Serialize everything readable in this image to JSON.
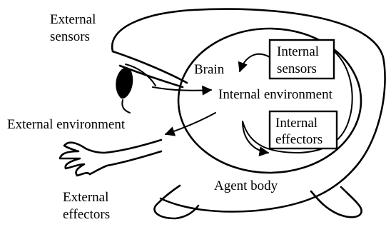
{
  "labels": {
    "external_sensors": [
      "External",
      "sensors"
    ],
    "brain": "Brain",
    "internal_sensors": [
      "Internal",
      "sensors"
    ],
    "internal_environment": "Internal environment",
    "external_environment": "External environment",
    "internal_effectors": [
      "Internal",
      "effectors"
    ],
    "agent_body": "Agent body",
    "external_effectors": [
      "External",
      "effectors"
    ]
  },
  "colors": {
    "ink": "#000000",
    "background": "#ffffff"
  }
}
